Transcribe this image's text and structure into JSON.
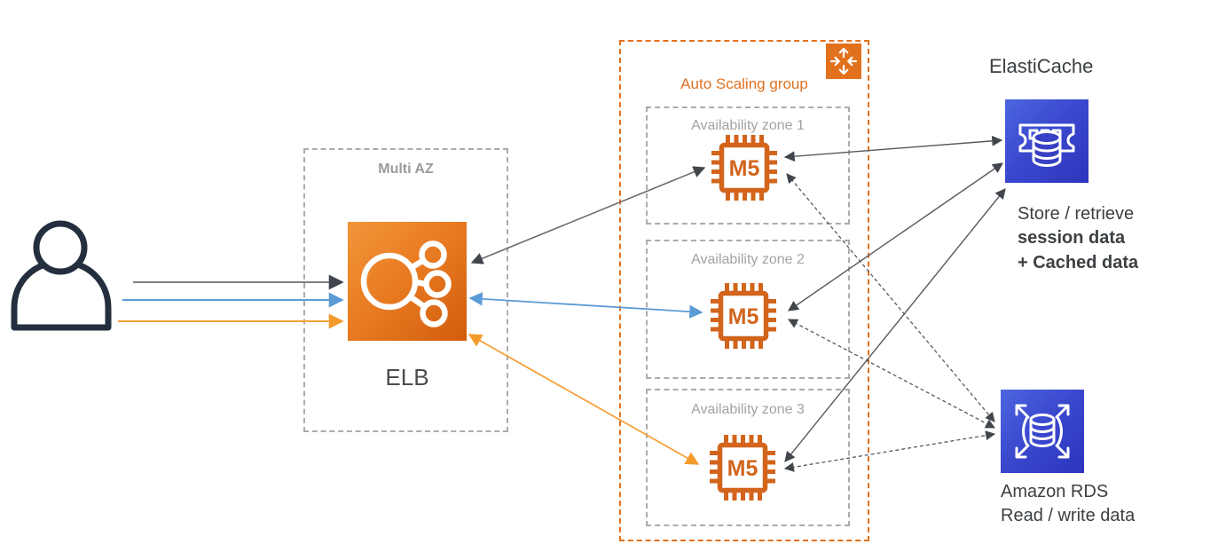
{
  "elb": {
    "container_label": "Multi AZ",
    "label": "ELB"
  },
  "asg": {
    "label": "Auto Scaling group",
    "zones": [
      {
        "label": "Availability zone 1",
        "instance": "M5"
      },
      {
        "label": "Availability zone 2",
        "instance": "M5"
      },
      {
        "label": "Availability zone 3",
        "instance": "M5"
      }
    ]
  },
  "elasticache": {
    "title": "ElastiCache",
    "desc_line1": "Store / retrieve",
    "desc_line2": "session data",
    "desc_line3": "+ Cached data"
  },
  "rds": {
    "title": "Amazon RDS",
    "subtitle": "Read / write data"
  },
  "colors": {
    "person": "#232F3E",
    "arrow_dark": "#595959",
    "arrow_blue": "#5B9BD5",
    "arrow_orange": "#F7A13C",
    "aws_orange": "#D2641C",
    "asg_border": "#E2711D",
    "blue_tile_start": "#4C66DF",
    "blue_tile_end": "#2C35BB"
  }
}
